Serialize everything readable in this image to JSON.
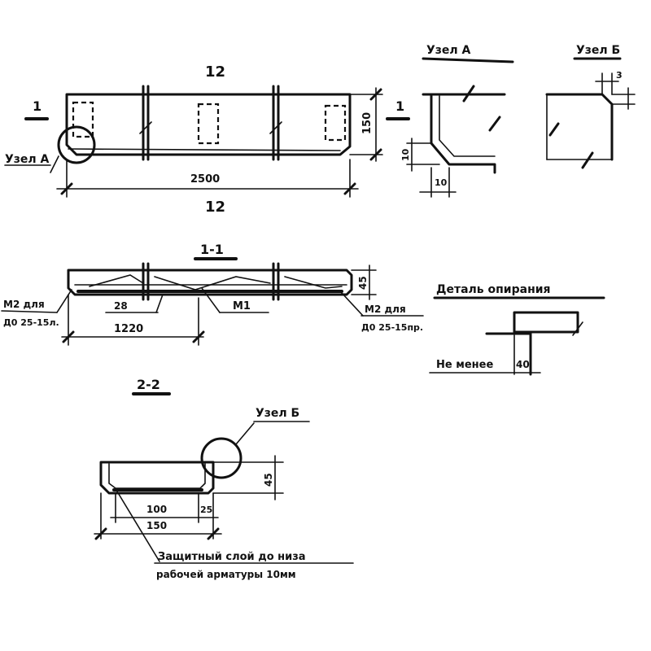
{
  "labels": {
    "mark_top": "12",
    "mark_bottom": "12",
    "section_mark_1": "1",
    "section_mark_1b": "1",
    "uzel_a_callout": "Узел А",
    "dim_2500": "2500",
    "dim_150": "150",
    "uzel_a_title": "Узел А",
    "uzel_b_title": "Узел Б",
    "dim_a_10v": "10",
    "dim_a_10h": "10",
    "dim_b_3": "3",
    "section_1_1": "1-1",
    "dim_45": "45",
    "m2_left_line1": "М2 для",
    "m2_left_line2": "Д0 25-15л.",
    "dim_28": "28",
    "m1": "М1",
    "dim_1220": "1220",
    "m2_right_line1": "М2 для",
    "m2_right_line2": "Д0 25-15пр.",
    "detail_title": "Деталь опирания",
    "not_less": "Не менее",
    "dim_40": "40",
    "section_2_2": "2-2",
    "uzel_b_callout": "Узел Б",
    "dim_45b": "45",
    "dim_100": "100",
    "dim_25": "25",
    "dim_150b": "150",
    "note_line1": "Защитный слой до низа",
    "note_line2": "рабочей арматуры 10мм"
  }
}
